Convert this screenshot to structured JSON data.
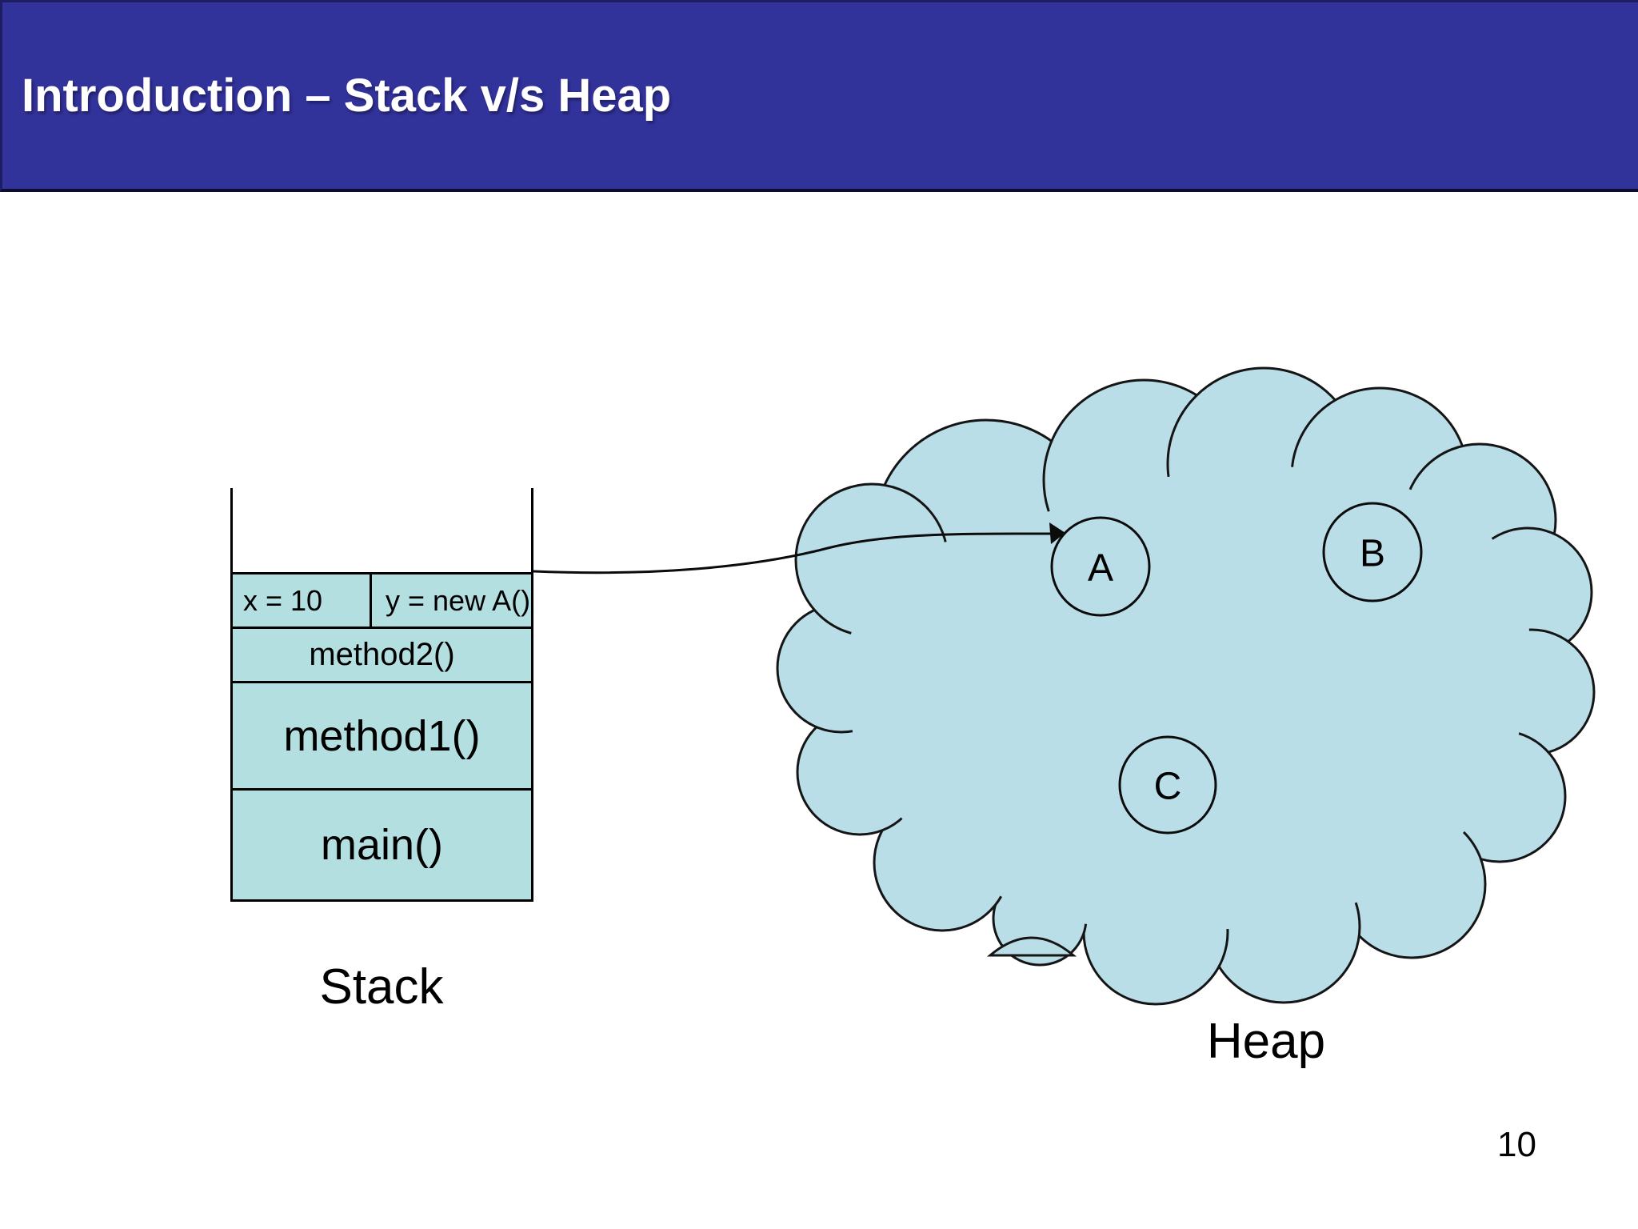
{
  "header": {
    "title": "Introduction – Stack v/s Heap"
  },
  "stack": {
    "caption": "Stack",
    "top_frame": {
      "var1": "x = 10",
      "var2": "y = new A()"
    },
    "frames": [
      "method2()",
      "method1()",
      "main()"
    ]
  },
  "heap": {
    "caption": "Heap",
    "objects": [
      {
        "label": "A"
      },
      {
        "label": "B"
      },
      {
        "label": "C"
      }
    ],
    "reference_arrow": "y = new A() frame points to object A"
  },
  "page_number": "10",
  "colors": {
    "header_background": "#32329b",
    "header_text": "#ffffff",
    "stack_fill": "#b4dfe0",
    "cloud_fill": "#b9dee7",
    "outline": "#000000"
  }
}
